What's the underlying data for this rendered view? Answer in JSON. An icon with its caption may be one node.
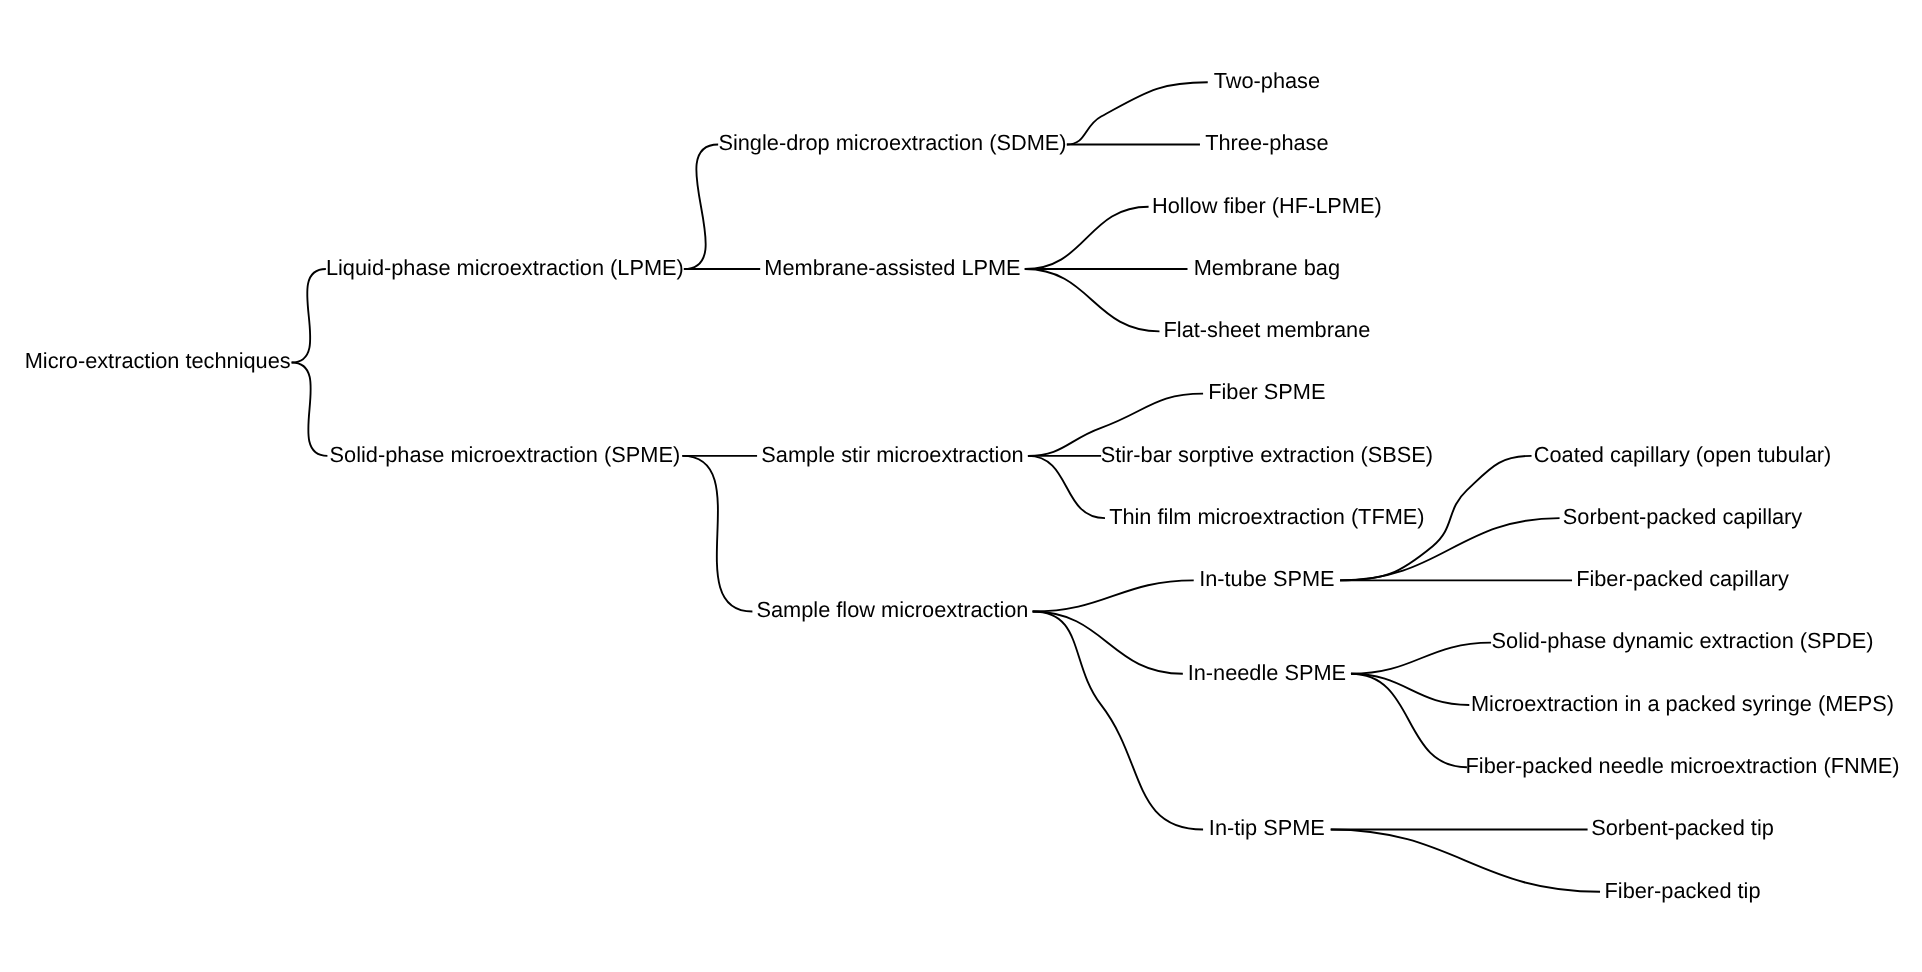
{
  "diagram": {
    "nodes": [
      {
        "text": [
          "Micro-extraction techniques"
        ]
      },
      {
        "text": [
          "Liquid-phase microextraction (LPME)"
        ]
      },
      {
        "text": [
          "Single-drop microextraction (SDME)"
        ]
      },
      {
        "text": [
          "Two-phase"
        ]
      },
      {
        "text": [
          "Three-phase"
        ]
      },
      {
        "text": [
          "Membrane-assisted LPME"
        ]
      },
      {
        "text": [
          "Hollow fiber (HF-LPME)"
        ]
      },
      {
        "text": [
          "Membrane bag"
        ]
      },
      {
        "text": [
          "Flat-sheet membrane"
        ]
      },
      {
        "text": [
          "Solid-phase microextraction (SPME)"
        ]
      },
      {
        "text": [
          "Sample stir microextraction"
        ]
      },
      {
        "text": [
          "Fiber SPME"
        ]
      },
      {
        "text": [
          "Stir-bar sorptive extraction (SBSE)"
        ]
      },
      {
        "text": [
          "Thin film microextraction (TFME)"
        ]
      },
      {
        "text": [
          "Sample flow microextraction"
        ]
      },
      {
        "text": [
          "In-tube SPME"
        ]
      },
      {
        "text": [
          "Coated capillary (open tubular)"
        ]
      },
      {
        "text": [
          "Sorbent-packed capillary"
        ]
      },
      {
        "text": [
          "Fiber-packed capillary"
        ]
      },
      {
        "text": [
          "In-needle SPME"
        ]
      },
      {
        "text": [
          "Solid-phase dynamic extraction (SPDE)"
        ]
      },
      {
        "text": [
          "Microextraction in a packed syringe (MEPS)"
        ]
      },
      {
        "text": [
          "Fiber-packed needle microextraction (FNME)"
        ]
      },
      {
        "text": [
          "In-tip SPME"
        ]
      },
      {
        "text": [
          "Sorbent-packed tip"
        ]
      },
      {
        "text": [
          "Fiber-packed tip"
        ]
      }
    ],
    "edges": [
      {
        "from": 0,
        "to": 1,
        "arrow": "none"
      },
      {
        "from": 0,
        "to": 9,
        "arrow": "none"
      },
      {
        "from": 1,
        "to": 2,
        "arrow": "none"
      },
      {
        "from": 1,
        "to": 5,
        "arrow": "none"
      },
      {
        "from": 2,
        "to": 3,
        "arrow": "none"
      },
      {
        "from": 2,
        "to": 4,
        "arrow": "none"
      },
      {
        "from": 5,
        "to": 6,
        "arrow": "none"
      },
      {
        "from": 5,
        "to": 7,
        "arrow": "none"
      },
      {
        "from": 5,
        "to": 8,
        "arrow": "none"
      },
      {
        "from": 9,
        "to": 10,
        "arrow": "none"
      },
      {
        "from": 9,
        "to": 14,
        "arrow": "none"
      },
      {
        "from": 10,
        "to": 11,
        "arrow": "none"
      },
      {
        "from": 10,
        "to": 12,
        "arrow": "none"
      },
      {
        "from": 10,
        "to": 13,
        "arrow": "none"
      },
      {
        "from": 14,
        "to": 15,
        "arrow": "none"
      },
      {
        "from": 14,
        "to": 19,
        "arrow": "none"
      },
      {
        "from": 14,
        "to": 23,
        "arrow": "none"
      },
      {
        "from": 15,
        "to": 16,
        "arrow": "none"
      },
      {
        "from": 15,
        "to": 17,
        "arrow": "none"
      },
      {
        "from": 15,
        "to": 18,
        "arrow": "none"
      },
      {
        "from": 19,
        "to": 20,
        "arrow": "none"
      },
      {
        "from": 19,
        "to": 21,
        "arrow": "none"
      },
      {
        "from": 19,
        "to": 22,
        "arrow": "none"
      },
      {
        "from": 23,
        "to": 24,
        "arrow": "none"
      },
      {
        "from": 23,
        "to": 25,
        "arrow": "none"
      }
    ]
  }
}
